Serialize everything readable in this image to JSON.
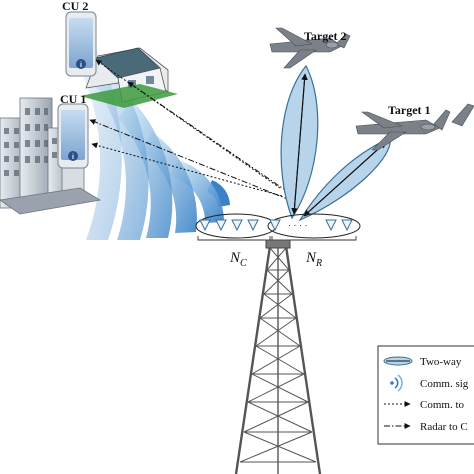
{
  "labels": {
    "cu2": "CU 2",
    "cu1": "CU 1",
    "target2": "Target 2",
    "target1": "Target 1",
    "nc": "N",
    "nc_sub": "C",
    "nr": "N",
    "nr_sub": "R",
    "dots": "· · · ·"
  },
  "legend": {
    "items": [
      {
        "icon": "two-way-beam-icon",
        "text": "Two-way"
      },
      {
        "icon": "wifi-signal-icon",
        "text": "Comm. sig"
      },
      {
        "icon": "dotted-arrow-icon",
        "text": "Comm. to"
      },
      {
        "icon": "dash-dot-arrow-icon",
        "text": "Radar to C"
      }
    ]
  },
  "colors": {
    "wave": "#2e7bc4",
    "wave_light": "#b9dcf3",
    "beam_fill": "#b7d4ea",
    "beam_stroke": "#3a6f97",
    "tower": "#555555",
    "house_roof": "#4a6a7a",
    "grass": "#3c9a3c"
  }
}
